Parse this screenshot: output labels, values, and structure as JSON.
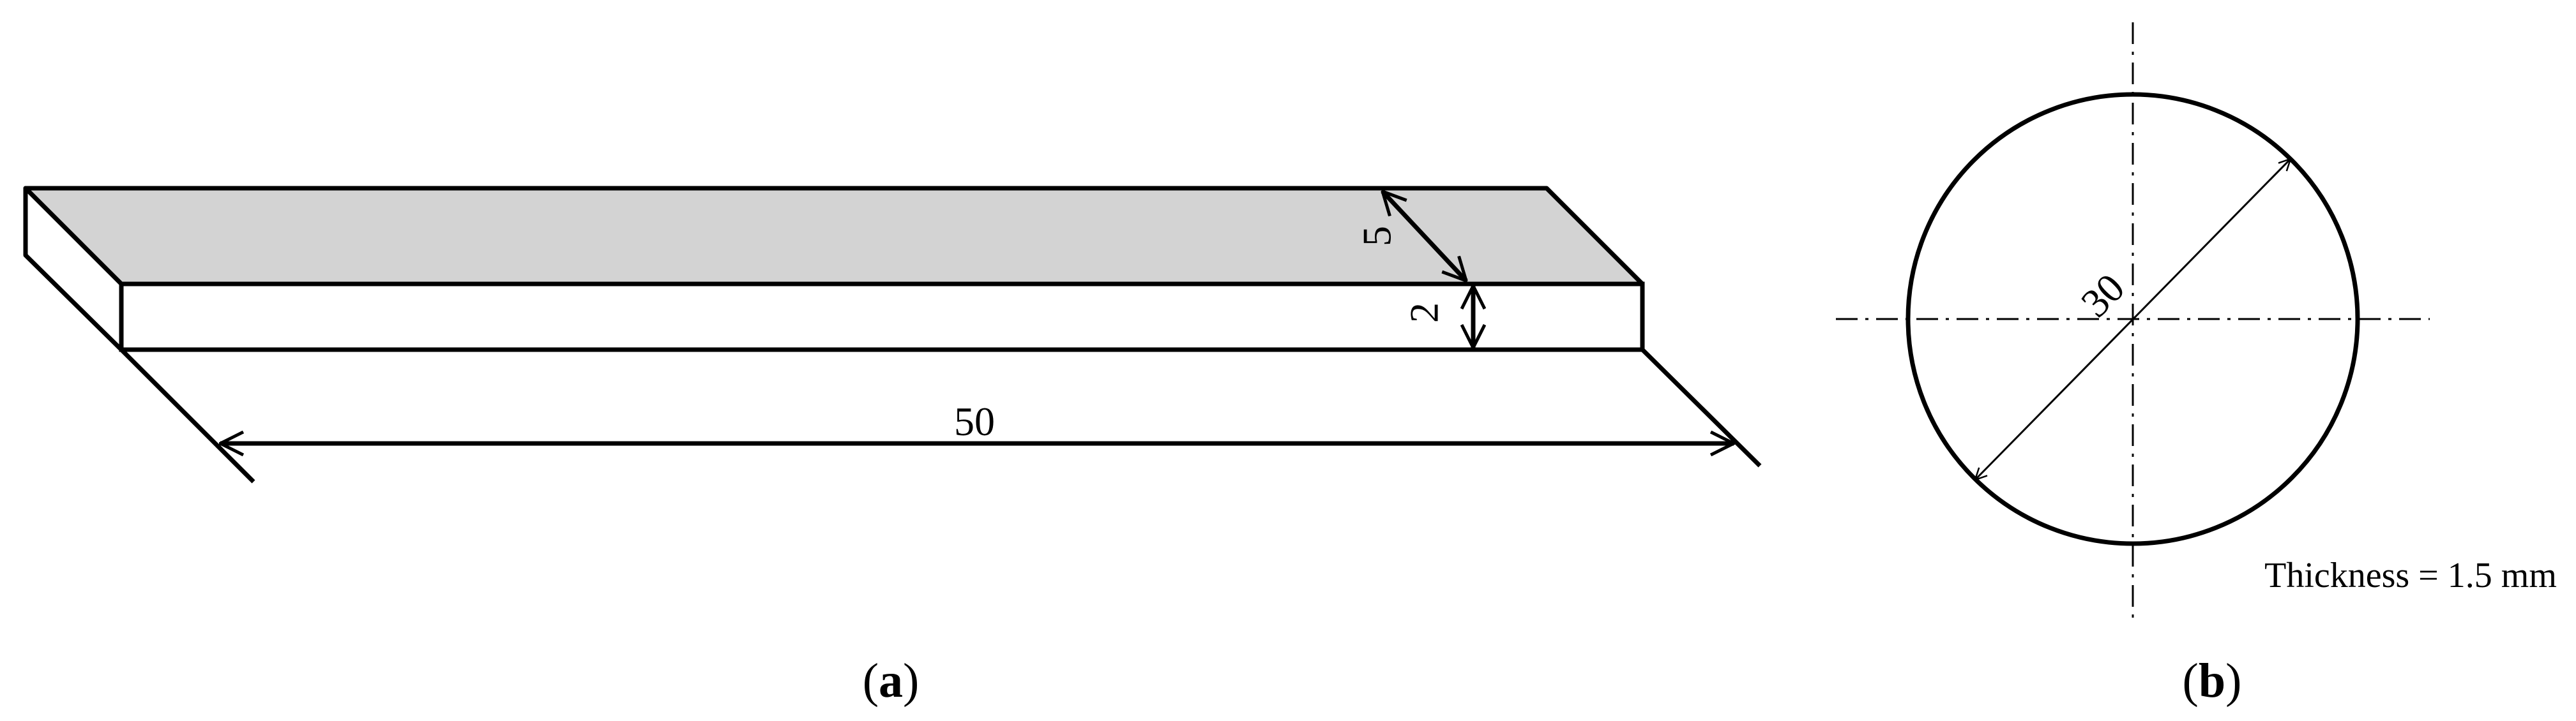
{
  "figure_a": {
    "caption_open": "(",
    "caption_letter": "a",
    "caption_close": ")",
    "dim_length": "50",
    "dim_width": "5",
    "dim_thickness": "2"
  },
  "figure_b": {
    "caption_open": "(",
    "caption_letter": "b",
    "caption_close": ")",
    "dim_diameter": "30",
    "thickness_note": "Thickness = 1.5 mm"
  },
  "colors": {
    "top_face": "#d3d3d3",
    "stroke": "#000000",
    "background": "#ffffff"
  }
}
